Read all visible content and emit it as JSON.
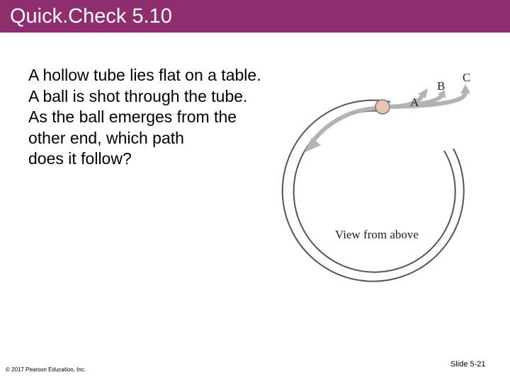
{
  "slide": {
    "title": "Quick.Check 5.10",
    "question_lines": [
      "A hollow tube lies flat on a table.",
      "A ball is shot through the tube.",
      "As the ball emerges from the",
      "other end, which path",
      "does it follow?"
    ],
    "figure": {
      "label_a": "A",
      "label_b": "B",
      "label_c": "C",
      "caption": "View from above"
    },
    "copyright": "© 2017 Pearson Education, Inc.",
    "slide_number": "Slide 5-21"
  },
  "colors": {
    "title_bar": "#8f2e6f",
    "title_text": "#ffffff",
    "ball": "#e8c4b4",
    "arrow": "#b3b3b3"
  }
}
